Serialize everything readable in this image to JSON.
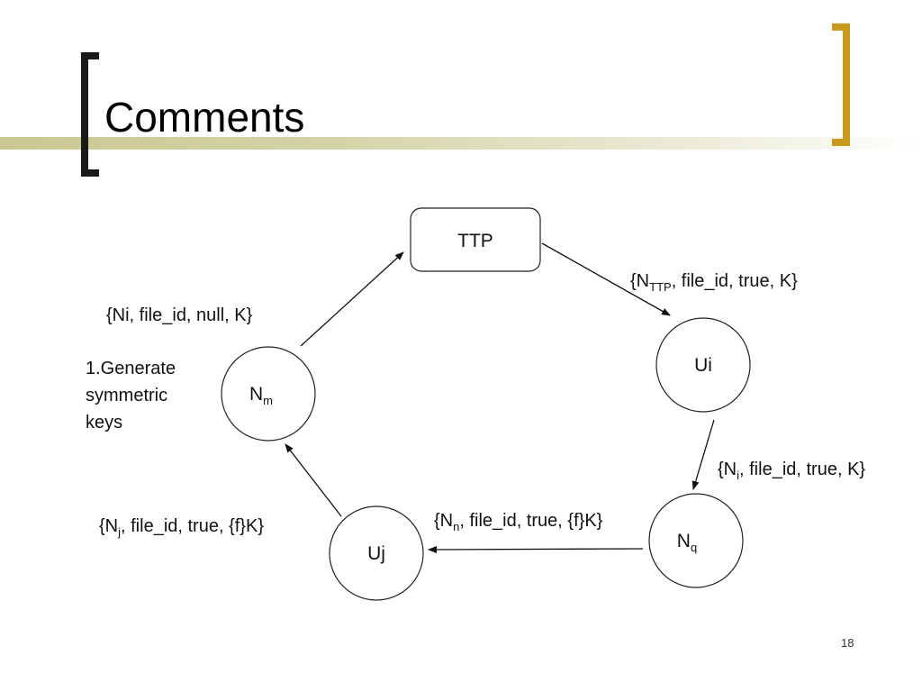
{
  "slide": {
    "title": "Comments",
    "page_number": "18"
  },
  "nodes": {
    "ttp": "TTP",
    "ui": "Ui",
    "nq_base": "N",
    "nq_sub": "q",
    "uj": "Uj",
    "nm_base": "N",
    "nm_sub": "m"
  },
  "messages": {
    "ttp_to_ui": {
      "pre": "{N",
      "sub": "TTP",
      "post": ", file_id, true, K}"
    },
    "ui_to_nq": {
      "pre": "{N",
      "sub": "i",
      "post": ", file_id, true, K}"
    },
    "nq_to_uj": {
      "pre": "{N",
      "sub": "n",
      "post": ", file_id, true, {f}K}"
    },
    "uj_to_nm": {
      "pre": "{N",
      "sub": "j",
      "post": ", file_id, true, {f}K}"
    },
    "nm_to_ttp": "{Ni, file_id, null, K}"
  },
  "note": {
    "line1": "1.Generate",
    "line2": "symmetric",
    "line3": "keys"
  },
  "colors": {
    "bracket_left": "#1a1a1a",
    "bracket_right": "#c79a1e",
    "title_band": "#c9c892"
  }
}
